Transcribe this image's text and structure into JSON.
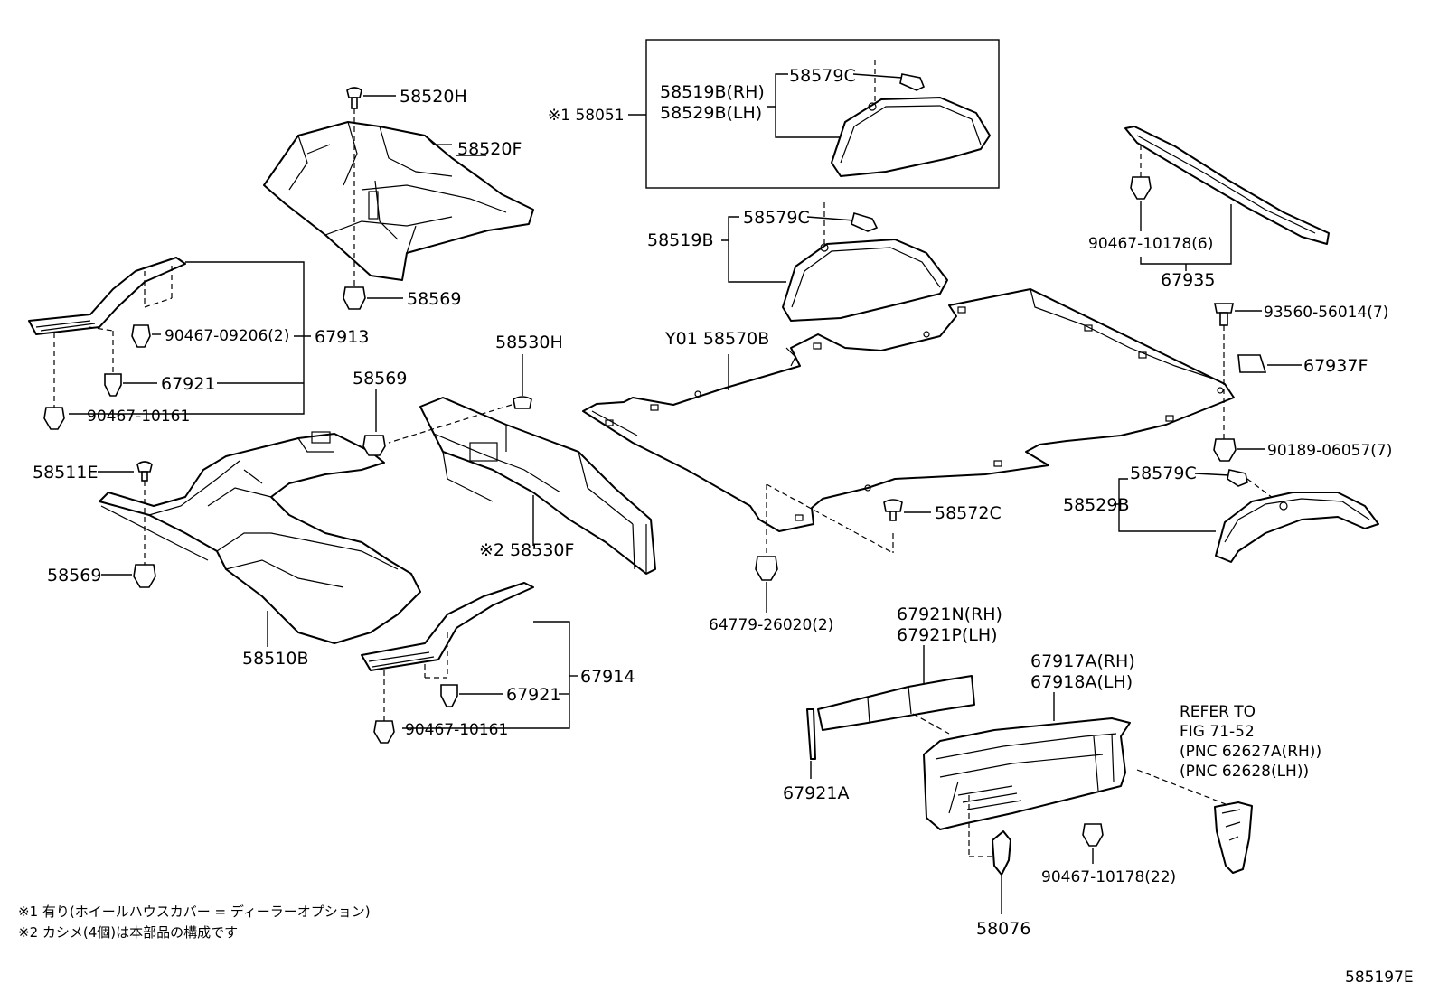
{
  "diagram_ref": "585197E",
  "labels": {
    "p58520H": "58520H",
    "p58520F": "58520F",
    "p58569_top": "58569",
    "p58051": "※1 58051",
    "p58519B_RH": "58519B(RH)",
    "p58529B_LH": "58529B(LH)",
    "p58579C_box": "58579C",
    "p58579C_mid": "58579C",
    "p58519B": "58519B",
    "p67935": "67935",
    "p90467_10178_6": "90467-10178(6)",
    "p93560": "93560-56014(7)",
    "p67937F": "67937F",
    "p90189": "90189-06057(7)",
    "p58579C_right": "58579C",
    "p58529B": "58529B",
    "pY01": "Y01 58570B",
    "p58572C": "58572C",
    "p64779": "64779-26020(2)",
    "p90467_09206": "90467-09206(2)",
    "p67913": "67913",
    "p67921_left": "67921",
    "p90467_10161_left": "90467-10161",
    "p58530H": "58530H",
    "p58569_mid": "58569",
    "p58511E": "58511E",
    "p58569_left": "58569",
    "p58530F": "※2 58530F",
    "p58510B": "58510B",
    "p67914": "67914",
    "p67921_bottom": "67921",
    "p90467_10161_bottom": "90467-10161",
    "p67921N": "67921N(RH)",
    "p67921P": "67921P(LH)",
    "p67921A": "67921A",
    "p67917A": "67917A(RH)",
    "p67918A": "67918A(LH)",
    "refer1": "REFER TO",
    "refer2": "FIG 71-52",
    "refer3": "(PNC 62627A(RH))",
    "refer4": "(PNC 62628(LH))",
    "p90467_10178_22": "90467-10178(22)",
    "p58076": "58076"
  },
  "footnotes": {
    "note1": "※1 有り(ホイールハウスカバー = ディーラーオプション)",
    "note2": "※2 カシメ(4個)は本部品の構成です"
  }
}
